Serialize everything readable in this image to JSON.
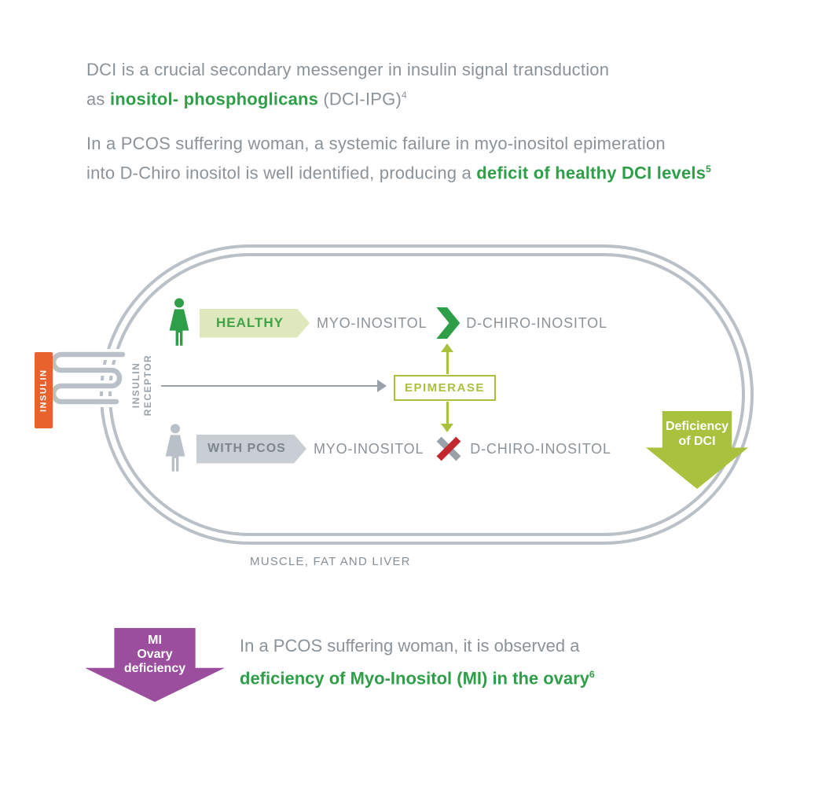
{
  "colors": {
    "text_gray": "#8b9399",
    "green": "#2f9e48",
    "lime": "#a9c23d",
    "banner_green_bg": "#dde9bd",
    "banner_green_text": "#43a147",
    "banner_gray_bg": "#c9ced4",
    "banner_gray_text": "#7d868e",
    "figure_gray": "#b9c0c7",
    "membrane_gray": "#b9c0c7",
    "arrow_gray": "#9aa2a9",
    "label_gray": "#9aa2a9",
    "orange": "#e8622d",
    "purple": "#9b4e9d",
    "red": "#c1272d"
  },
  "intro": {
    "p1": {
      "line1": "DCI is a crucial secondary messenger in insulin signal transduction",
      "line2_prefix": "as ",
      "line2_bold": "inositol- phosphoglicans",
      "line2_suffix": " (DCI-IPG)",
      "line2_sup": "4"
    },
    "p2": {
      "line1": "In a PCOS suffering woman, a systemic failure in myo-inositol epimeration",
      "line2_prefix": "into D-Chiro inositol is well identified, producing a ",
      "line2_bold": "deficit of healthy DCI levels",
      "line2_sup": "5"
    }
  },
  "cell": {
    "insulin_tag": "INSULIN",
    "receptor_line1": "INSULIN",
    "receptor_line2": "RECEPTOR",
    "healthy_row": {
      "banner": "HEALTHY",
      "substrate": "MYO-INOSITOL",
      "product": "D-CHIRO-INOSITOL"
    },
    "pcos_row": {
      "banner": "WITH PCOS",
      "substrate": "MYO-INOSITOL",
      "product": "D-CHIRO-INOSITOL"
    },
    "enzyme": "EPIMERASE",
    "deficiency": {
      "line1": "Deficiency",
      "line2": "of DCI"
    },
    "caption": "MUSCLE, FAT AND LIVER"
  },
  "footer": {
    "arrow": {
      "line1": "MI",
      "line2": "Ovary",
      "line3": "deficiency"
    },
    "line1": "In a PCOS suffering woman, it is observed a",
    "line2_bold": "deficiency of Myo-Inositol (MI) in the ovary",
    "line2_sup": "6"
  }
}
